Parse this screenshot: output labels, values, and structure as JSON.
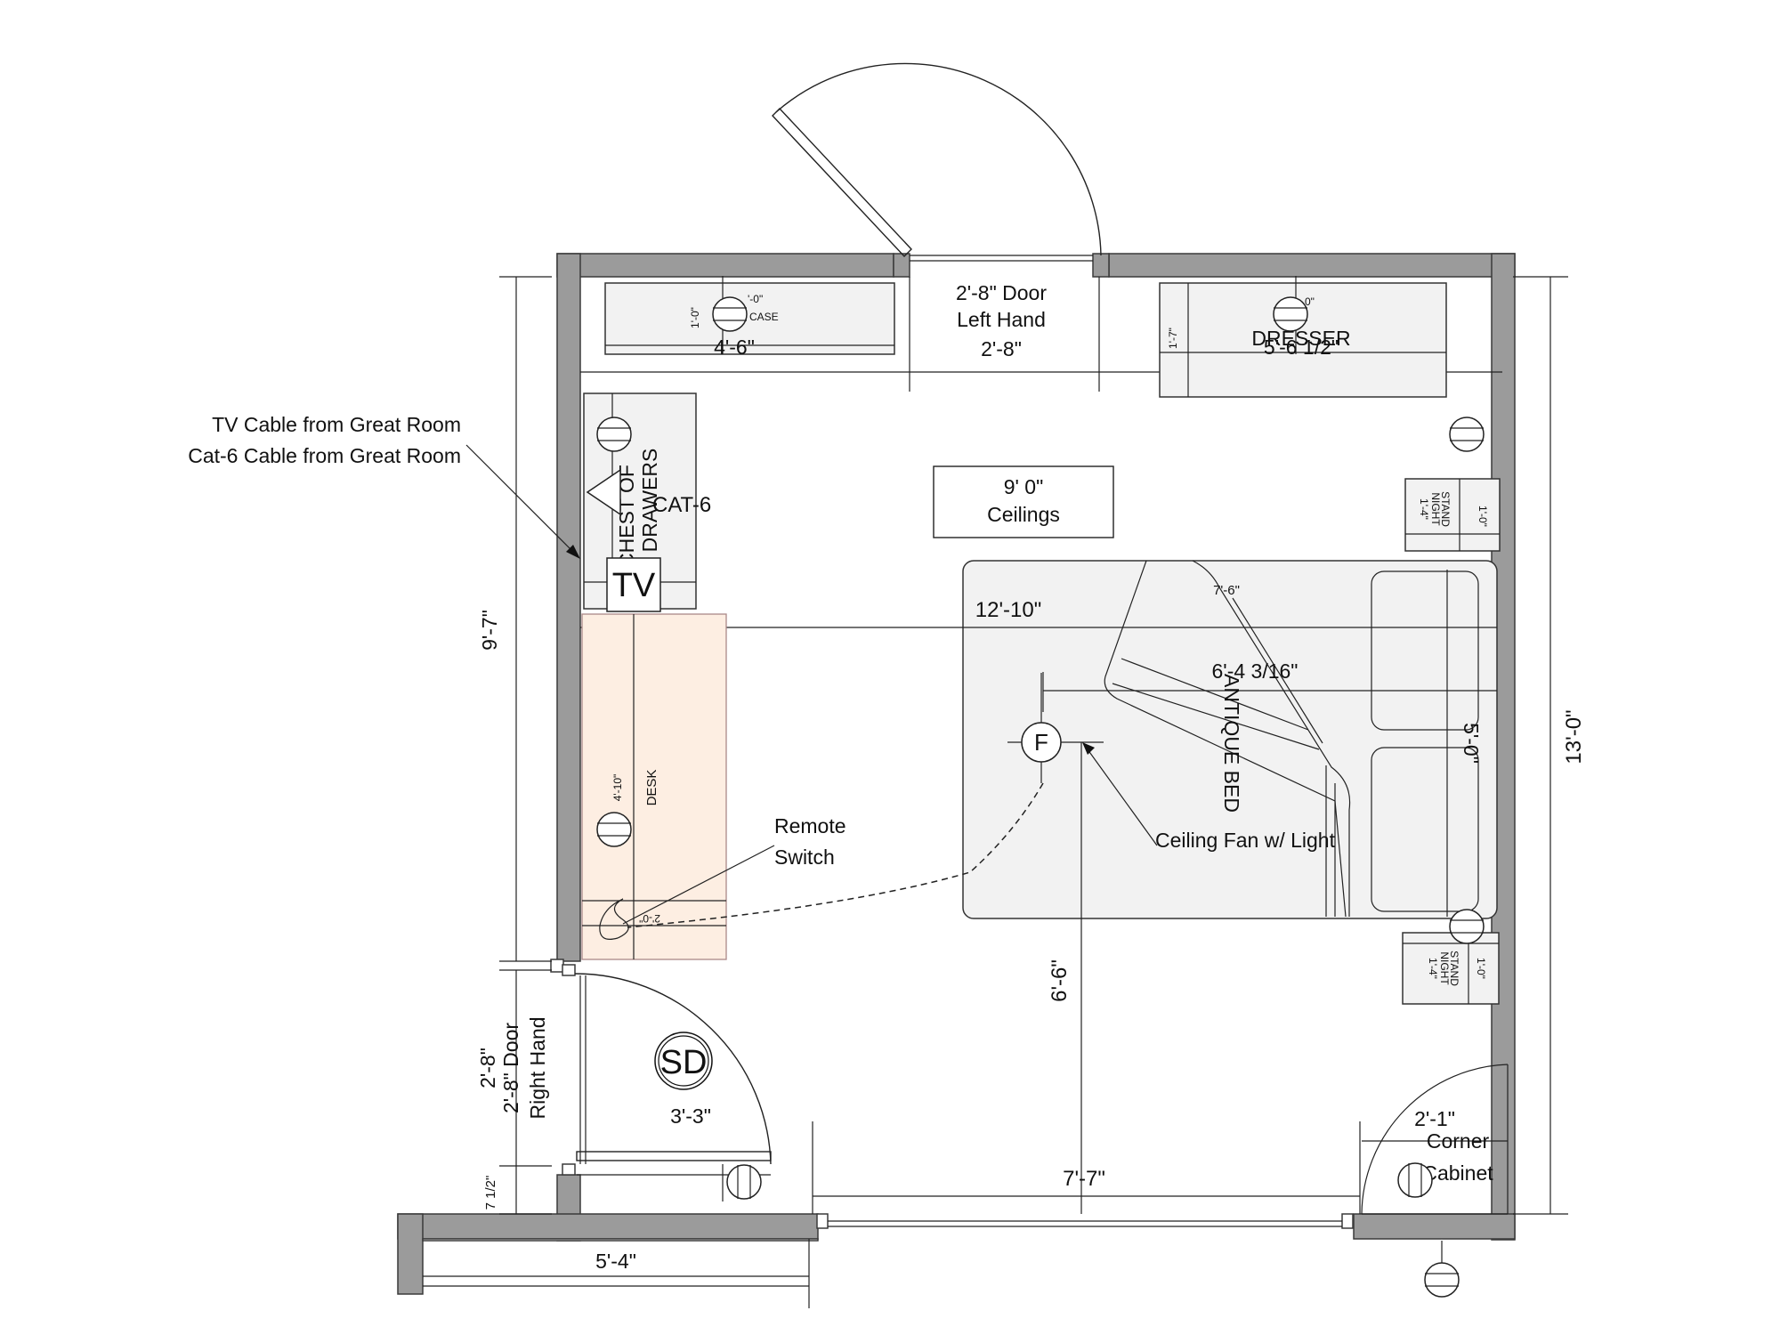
{
  "top_door": {
    "size": "2'-8\" Door",
    "hand": "Left Hand",
    "width": "2'-8\""
  },
  "bookcase": {
    "length": "4'-6\"",
    "depth": "1'-0\"",
    "label": "CASE",
    "top_dim": "'-0\""
  },
  "dresser": {
    "length": "5'-6 1/2\"",
    "depth": "1'-7\"",
    "label": "DRESSER",
    "top_dim": "0\""
  },
  "callout_cables": {
    "line1": "TV Cable from Great Room",
    "line2": "Cat-6 Cable from Great Room"
  },
  "chest": {
    "line1": "CHEST OF",
    "line2": "DRAWERS"
  },
  "cat6": "CAT-6",
  "tv": "TV",
  "ceiling_note": {
    "line1": "9' 0\"",
    "line2": "Ceilings"
  },
  "bed": {
    "label": "ANTIQUE BED",
    "length": "7'-6\"",
    "width": "5'-0\"",
    "center": "6'-4 3/16\""
  },
  "nightstand_top": {
    "label1": "NIGHT",
    "label2": "STAND",
    "dim1": "1'-4\"",
    "dim2": "1'-0\""
  },
  "nightstand_bottom": {
    "label1": "NIGHT",
    "label2": "STAND",
    "dim1": "1'-4\"",
    "dim2": "1'-0\""
  },
  "room": {
    "width": "12'-10\"",
    "depth": "13'-0\"",
    "left_wall": "9'-7\""
  },
  "desk": {
    "label": "DESK",
    "length": "4'-10\"",
    "depth": "2'-0\""
  },
  "fan": {
    "symbol": "F",
    "callout": "Ceiling Fan w/ Light"
  },
  "switch_callout": {
    "line1": "Remote",
    "line2": "Switch"
  },
  "fan_to_wall": "6'-6\"",
  "smoke_detector": "SD",
  "left_door": {
    "size1": "2'-8\"",
    "size2": "2'-8\" Door",
    "hand": "Right Hand",
    "swing": "3'-3\"",
    "offset": "7 1/2\""
  },
  "bottom_opening": "7'-7\"",
  "closet_width": "5'-4\"",
  "corner_cabinet": {
    "dim": "2'-1\"",
    "line1": "Corner",
    "line2": "Cabinet"
  }
}
